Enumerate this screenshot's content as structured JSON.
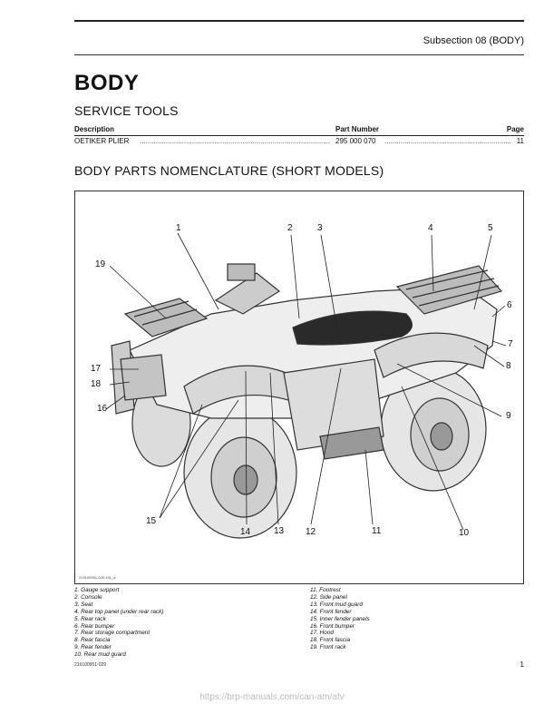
{
  "header": {
    "subsection": "Subsection 08   (BODY)"
  },
  "title": "BODY",
  "service_tools": {
    "heading": "SERVICE TOOLS",
    "columns": [
      "Description",
      "Part Number",
      "Page"
    ],
    "rows": [
      {
        "description": "OETIKER PLIER",
        "part_number": "295 000 070",
        "page": "11"
      }
    ]
  },
  "nomenclature": {
    "heading": "BODY PARTS NOMENCLATURE (SHORT MODELS)",
    "figure_id": "219100951-025-101_a",
    "callouts": [
      "1",
      "2",
      "3",
      "4",
      "5",
      "6",
      "7",
      "8",
      "9",
      "10",
      "11",
      "12",
      "13",
      "14",
      "15",
      "16",
      "17",
      "18",
      "19"
    ],
    "legend_left": [
      "1.  Gauge support",
      "2.  Console",
      "3.  Seat",
      "4.  Rear top panel (under rear rack)",
      "5.  Rear rack",
      "6.  Rear bumper",
      "7.  Rear storage compartment",
      "8.  Rear fascia",
      "9.  Rear fender",
      "10. Rear mud guard"
    ],
    "legend_right": [
      "11. Footrest",
      "12. Side panel",
      "13. Front mud guard",
      "14. Front fender",
      "15. Inner fender panels",
      "16. Front bumper",
      "17. Hood",
      "18. Front fascia",
      "19. Front rack"
    ]
  },
  "footer": {
    "doc_id": "219100951-029",
    "page": "1",
    "url": "https://brp-manuals.com/can-am/atv"
  }
}
